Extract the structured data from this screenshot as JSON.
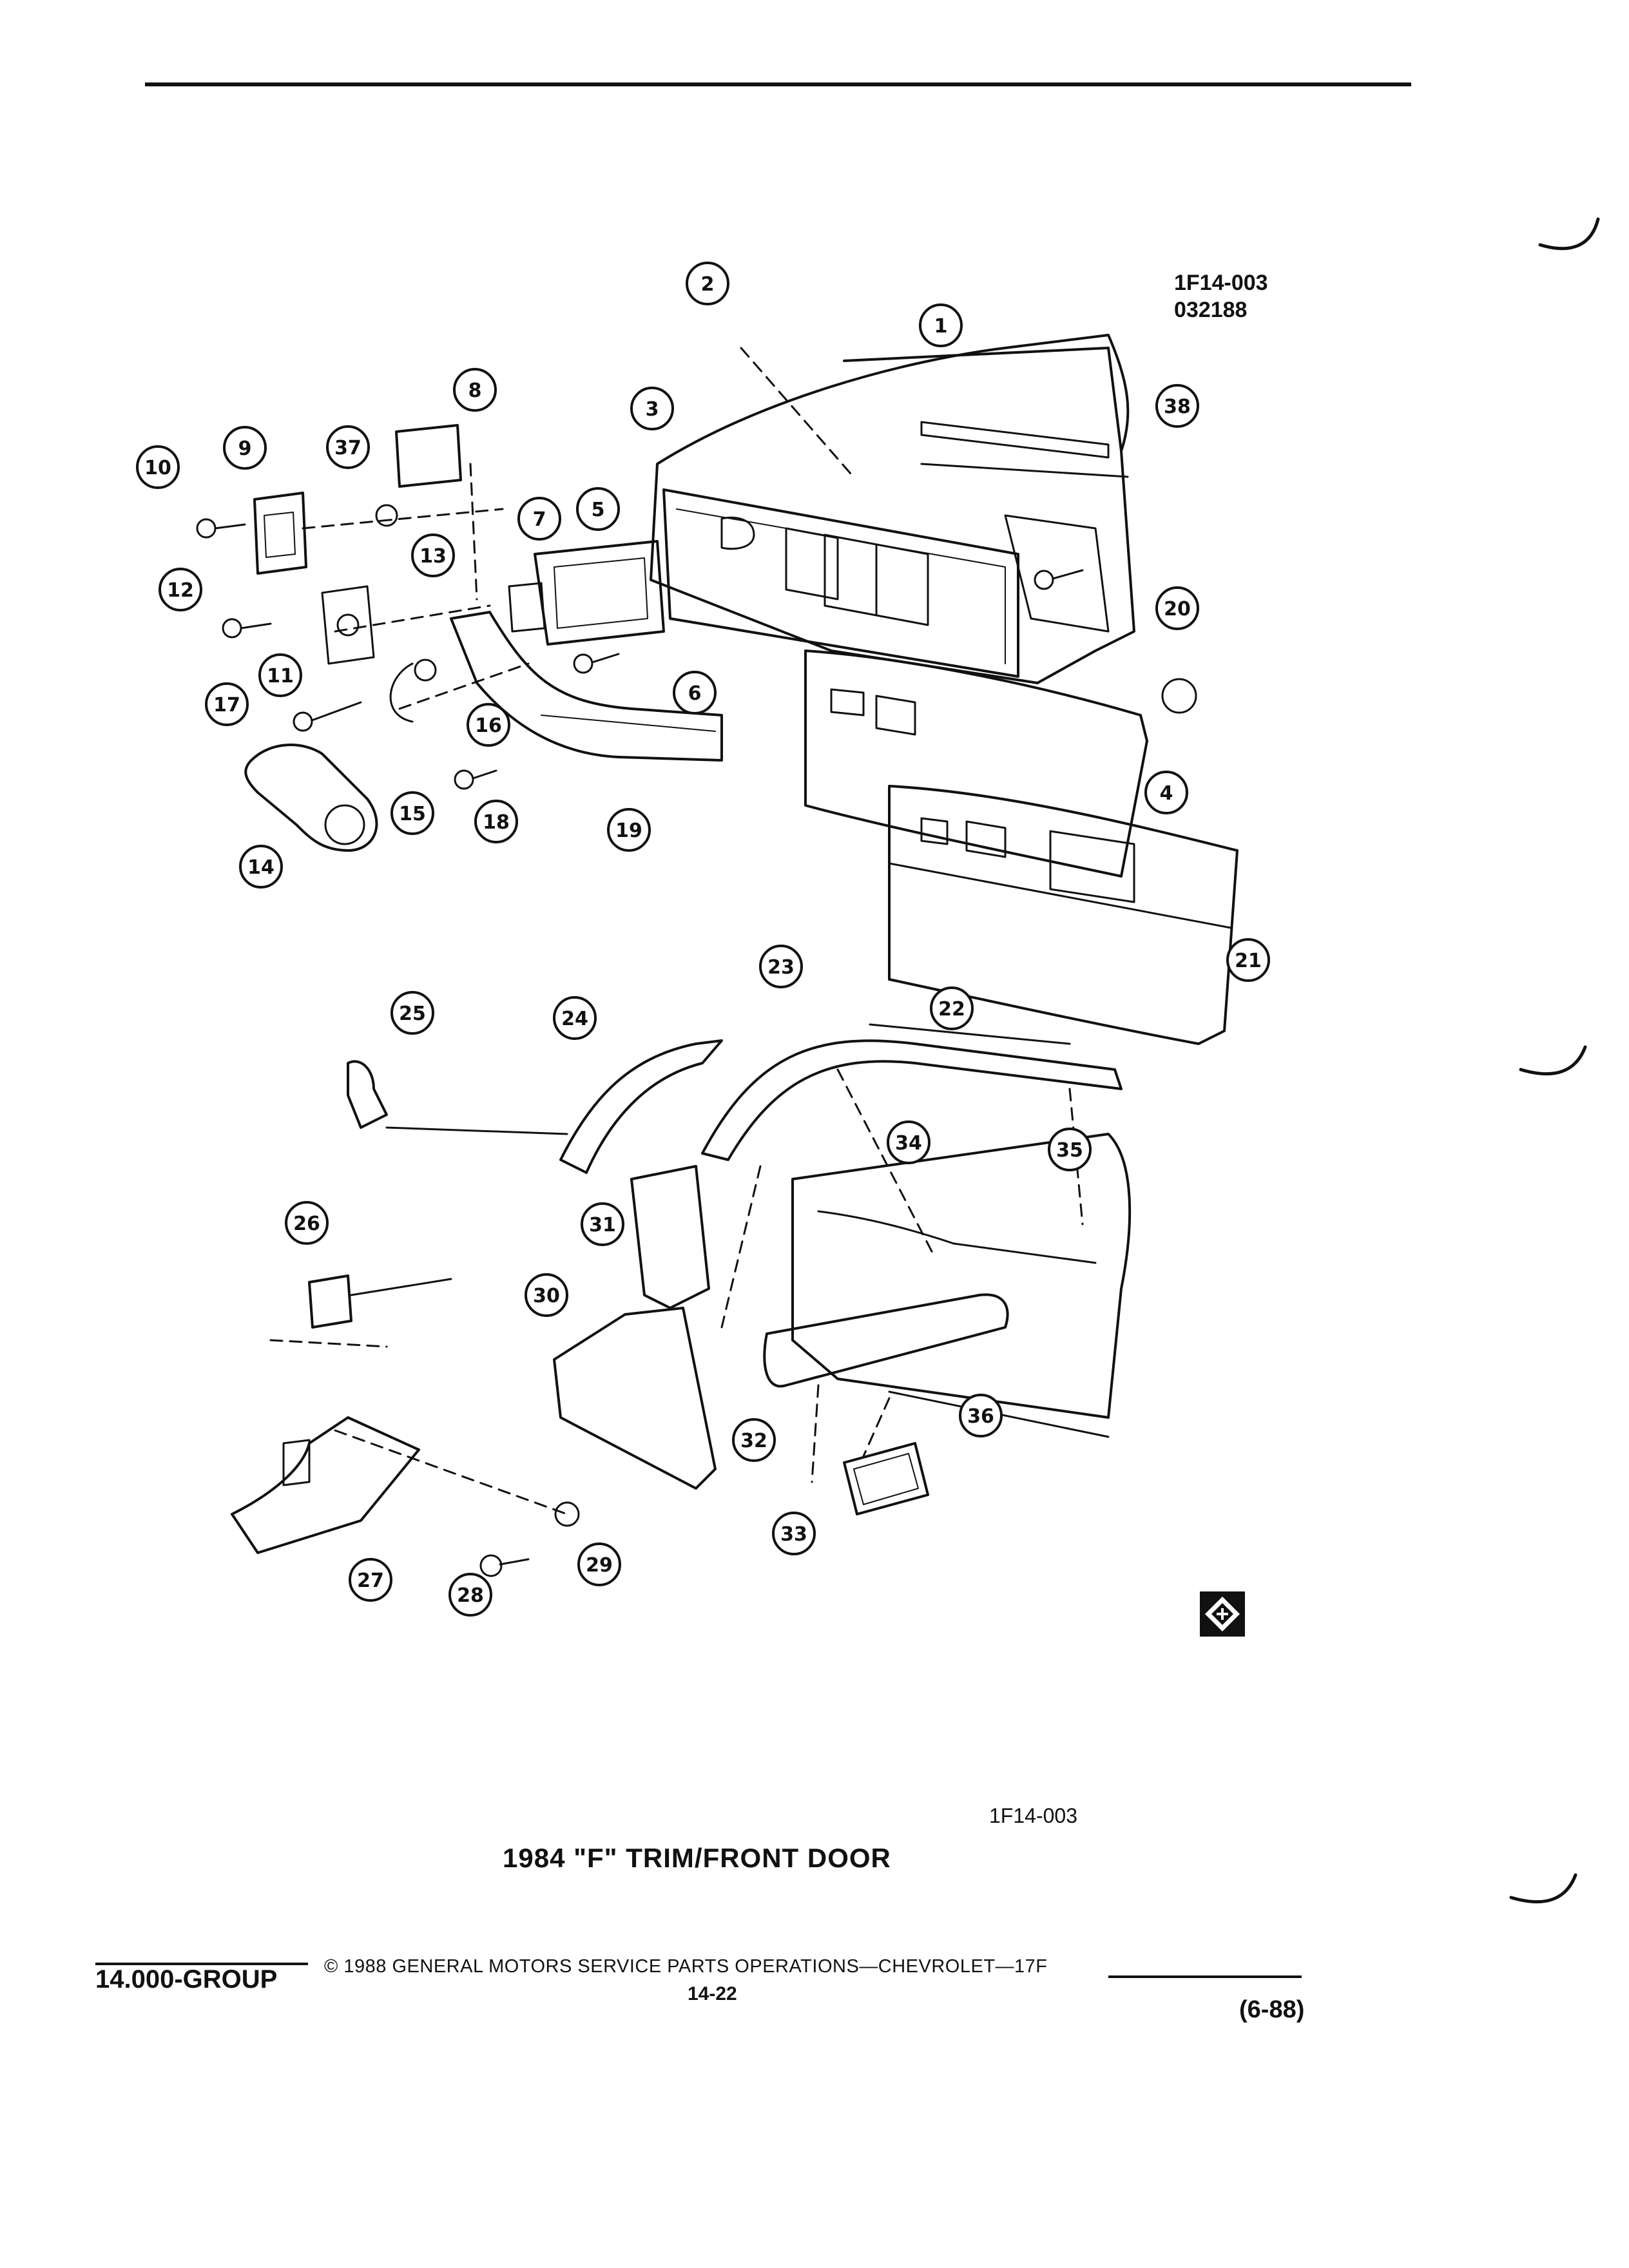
{
  "figure": {
    "id_line1": "1F14-003",
    "id_line2": "032188",
    "caption_id": "1F14-003",
    "caption_title": "1984 \"F\" TRIM/FRONT DOOR"
  },
  "callouts": [
    "1",
    "2",
    "3",
    "4",
    "5",
    "6",
    "7",
    "8",
    "9",
    "10",
    "11",
    "12",
    "13",
    "14",
    "15",
    "16",
    "17",
    "18",
    "19",
    "20",
    "21",
    "22",
    "23",
    "24",
    "25",
    "26",
    "27",
    "28",
    "29",
    "30",
    "31",
    "32",
    "33",
    "34",
    "35",
    "36",
    "37",
    "38"
  ],
  "footer": {
    "group": "14.000-GROUP",
    "copyright": "© 1988 GENERAL MOTORS SERVICE PARTS OPERATIONS—CHEVROLET—17F",
    "page": "14-22",
    "date": "(6-88)"
  },
  "icons": {
    "publisher_mark": "gm-spo-diamond-logo-icon",
    "binding_marks": "page-curl-marks-icon"
  }
}
